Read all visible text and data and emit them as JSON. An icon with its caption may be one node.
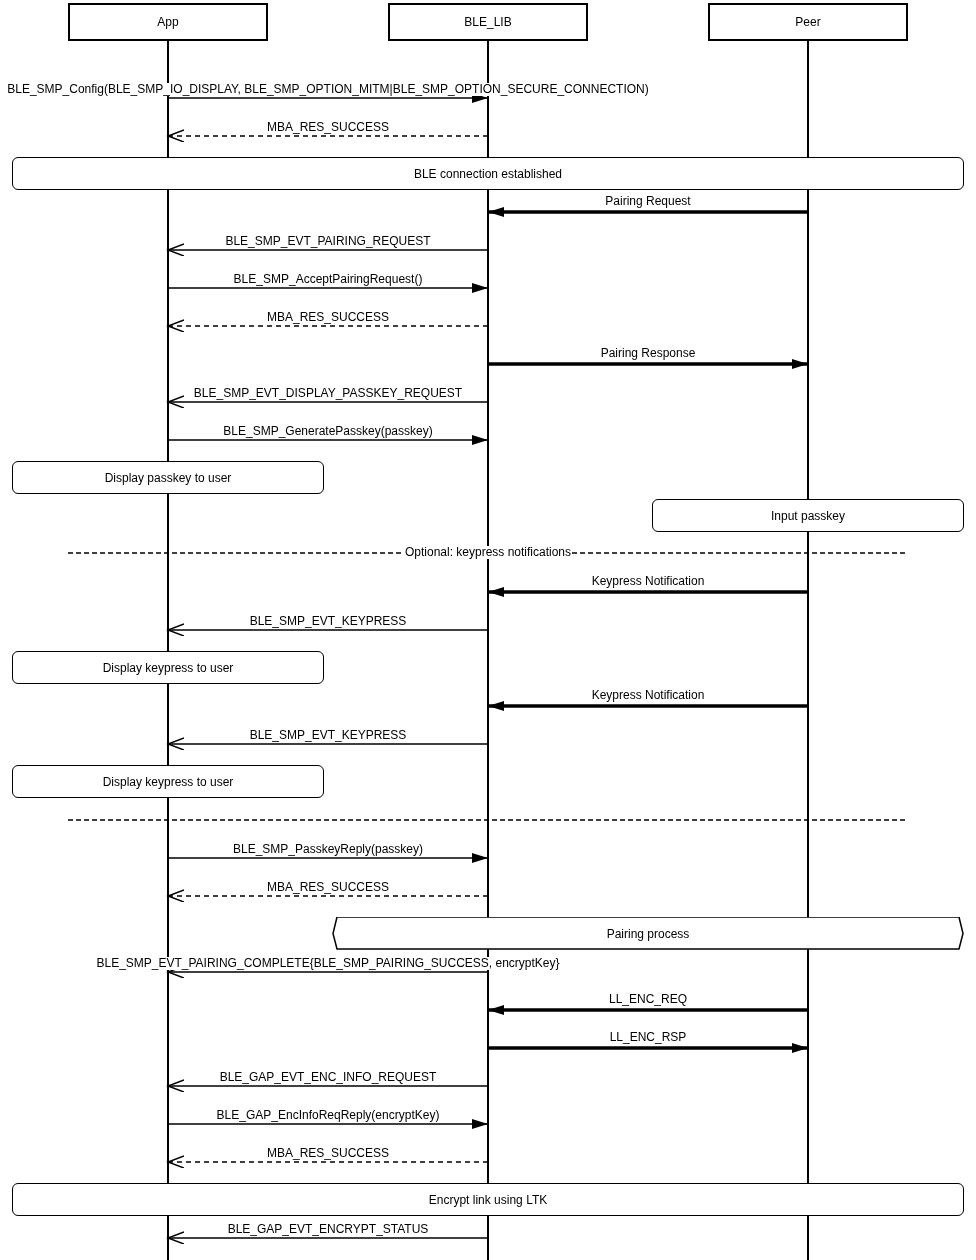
{
  "diagram": {
    "nodes": [
      {
        "text": [
          "App"
        ]
      },
      {
        "text": [
          "BLE_LIB"
        ]
      },
      {
        "text": [
          "Peer"
        ]
      },
      {
        "text": [
          "BLE connection established"
        ]
      },
      {
        "text": [
          "Display passkey to user"
        ]
      },
      {
        "text": [
          "Input passkey"
        ]
      },
      {
        "text": [
          "Display keypress to user"
        ]
      },
      {
        "text": [
          "Display keypress to user"
        ]
      },
      {
        "text": [
          "Pairing process"
        ]
      },
      {
        "text": [
          "Encrypt link using LTK"
        ]
      }
    ],
    "edges": [
      {
        "from": 0,
        "to": 1,
        "arrow": "to",
        "label": "BLE_SMP_Config(BLE_SMP_IO_DISPLAY, BLE_SMP_OPTION_MITM|BLE_SMP_OPTION_SECURE_CONNECTION)"
      },
      {
        "from": 1,
        "to": 0,
        "arrow": "to",
        "label": "MBA_RES_SUCCESS",
        "style": "dashed"
      },
      {
        "from": 2,
        "to": 1,
        "arrow": "to",
        "label": "Pairing Request",
        "style": "thick"
      },
      {
        "from": 1,
        "to": 0,
        "arrow": "to",
        "label": "BLE_SMP_EVT_PAIRING_REQUEST"
      },
      {
        "from": 0,
        "to": 1,
        "arrow": "to",
        "label": "BLE_SMP_AcceptPairingRequest()"
      },
      {
        "from": 1,
        "to": 0,
        "arrow": "to",
        "label": "MBA_RES_SUCCESS",
        "style": "dashed"
      },
      {
        "from": 1,
        "to": 2,
        "arrow": "to",
        "label": "Pairing Response",
        "style": "thick"
      },
      {
        "from": 1,
        "to": 0,
        "arrow": "to",
        "label": "BLE_SMP_EVT_DISPLAY_PASSKEY_REQUEST"
      },
      {
        "from": 0,
        "to": 1,
        "arrow": "to",
        "label": "BLE_SMP_GeneratePasskey(passkey)"
      },
      {
        "from": 2,
        "to": 1,
        "arrow": "to",
        "label": "Keypress Notification",
        "style": "thick"
      },
      {
        "from": 1,
        "to": 0,
        "arrow": "to",
        "label": "BLE_SMP_EVT_KEYPRESS"
      },
      {
        "from": 2,
        "to": 1,
        "arrow": "to",
        "label": "Keypress Notification",
        "style": "thick"
      },
      {
        "from": 1,
        "to": 0,
        "arrow": "to",
        "label": "BLE_SMP_EVT_KEYPRESS"
      },
      {
        "from": 0,
        "to": 1,
        "arrow": "to",
        "label": "BLE_SMP_PasskeyReply(passkey)"
      },
      {
        "from": 1,
        "to": 0,
        "arrow": "to",
        "label": "MBA_RES_SUCCESS",
        "style": "dashed"
      },
      {
        "from": 1,
        "to": 0,
        "arrow": "to",
        "label": "BLE_SMP_EVT_PAIRING_COMPLETE{BLE_SMP_PAIRING_SUCCESS, encryptKey}"
      },
      {
        "from": 2,
        "to": 1,
        "arrow": "to",
        "label": "LL_ENC_REQ",
        "style": "thick"
      },
      {
        "from": 1,
        "to": 2,
        "arrow": "to",
        "label": "LL_ENC_RSP",
        "style": "thick"
      },
      {
        "from": 1,
        "to": 0,
        "arrow": "to",
        "label": "BLE_GAP_EVT_ENC_INFO_REQUEST"
      },
      {
        "from": 0,
        "to": 1,
        "arrow": "to",
        "label": "BLE_GAP_EncInfoReqReply(encryptKey)"
      },
      {
        "from": 1,
        "to": 0,
        "arrow": "to",
        "label": "MBA_RES_SUCCESS",
        "style": "dashed"
      },
      {
        "from": 1,
        "to": 0,
        "arrow": "to",
        "label": "BLE_GAP_EVT_ENCRYPT_STATUS"
      }
    ],
    "labels": [
      "Optional: keypress notifications"
    ]
  }
}
